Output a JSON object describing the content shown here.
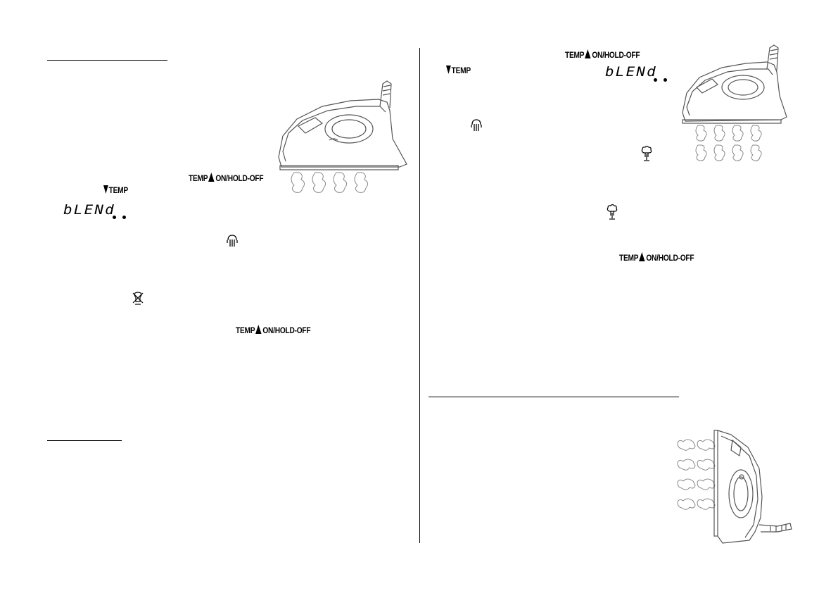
{
  "labels": {
    "temp_up": "TEMP",
    "on_hold_off": "ON/HOLD-OFF",
    "temp_down": "TEMP",
    "lcd_text": "bLENd"
  },
  "icons": [
    "steam-icon",
    "no-steam-icon",
    "shot-steam-icon",
    "iron-illustration"
  ],
  "colors": {
    "ink": "#000000",
    "line_art": "#555555",
    "steam_art": "#8a8a8a"
  }
}
